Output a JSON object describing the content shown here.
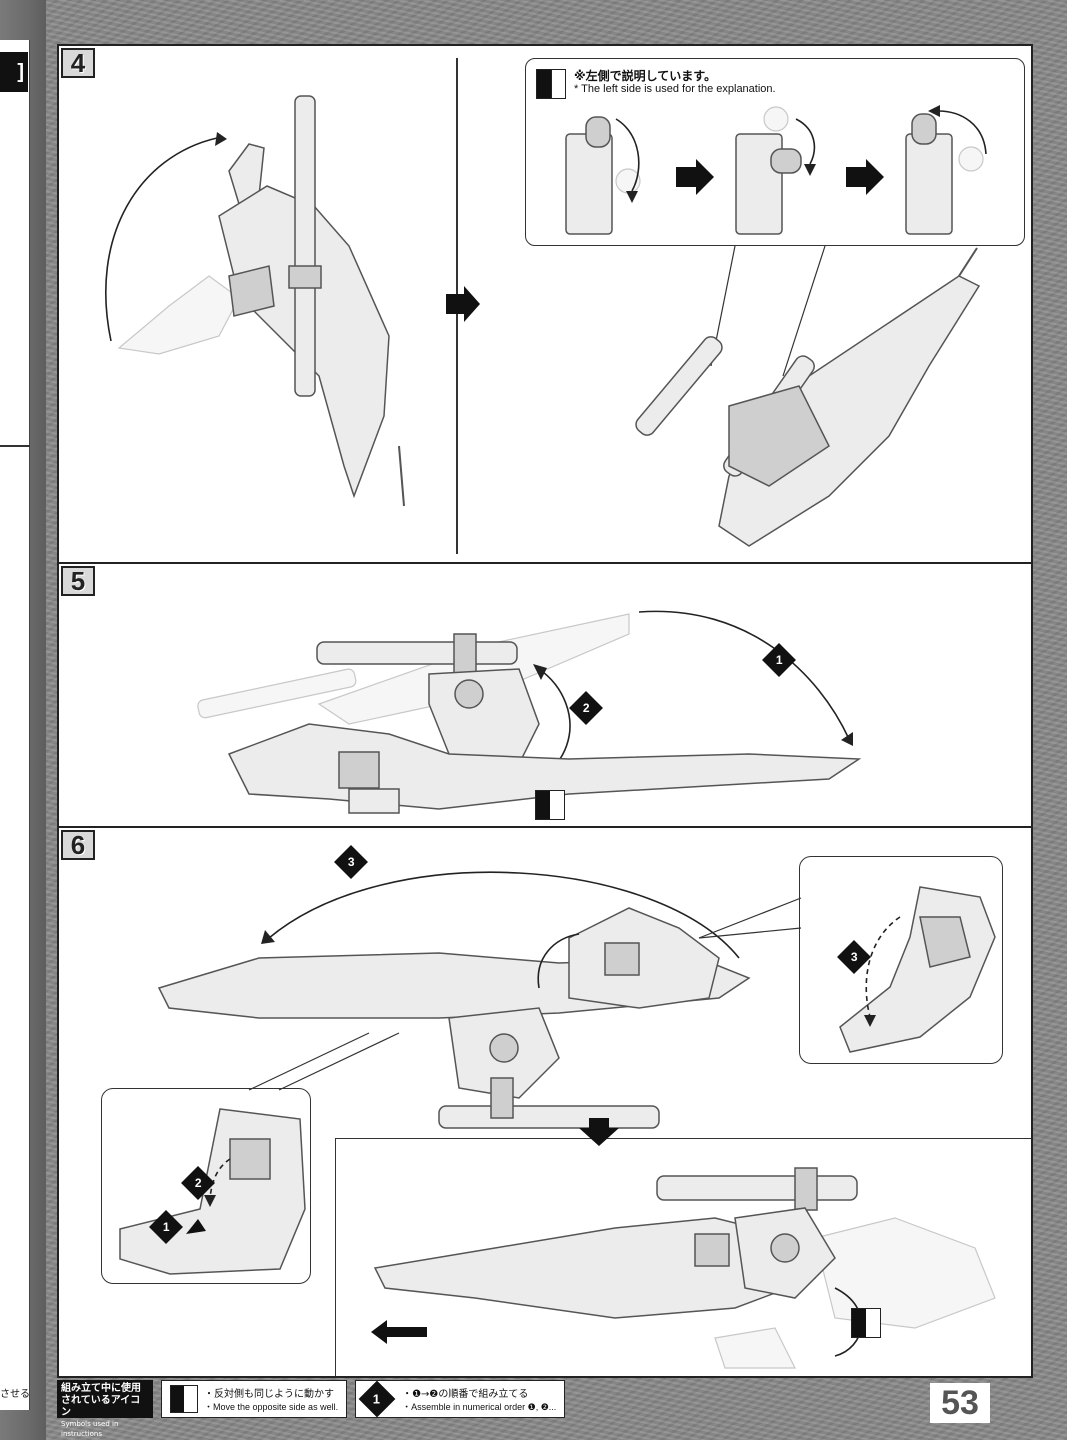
{
  "page": {
    "number": "53",
    "prev_page_tail": "させる"
  },
  "steps": [
    {
      "number": "4"
    },
    {
      "number": "5"
    },
    {
      "number": "6"
    }
  ],
  "note": {
    "ja": "※左側で説明しています。",
    "en": "* The left side is used for the explanation."
  },
  "badges": {
    "one": "1",
    "two": "2",
    "three": "3"
  },
  "legend": {
    "title_ja_1": "組み立て中に使用",
    "title_ja_2": "されているアイコン",
    "title_en": "Symbols used in instructions",
    "opposite_ja": "・反対側も同じように動かす",
    "opposite_en": "・Move the opposite side as well.",
    "numerical_ja": "・❶→❷の順番で組み立てる",
    "numerical_en": "・Assemble in numerical order ❶, ❷...",
    "numerical_icon": "1"
  },
  "colors": {
    "line": "#222222",
    "part_fill": "#ececec",
    "ghost_fill": "#f6f6f6",
    "badge": "#111111"
  }
}
